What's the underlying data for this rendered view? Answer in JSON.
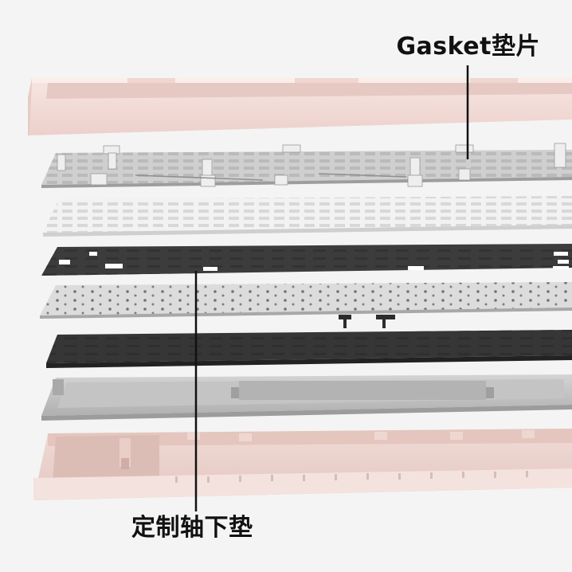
{
  "image": {
    "kind": "exploded view of keyboard layers",
    "background_color": "#f4f4f4"
  },
  "callouts": {
    "top": "Gasket垫片",
    "bottom": "定制轴下垫"
  },
  "layers": [
    {
      "id": "top-case",
      "color": "#f3dbd7"
    },
    {
      "id": "gasket-plate",
      "color": "#c9c9c9"
    },
    {
      "id": "pcb-white",
      "color": "#f1f1f1"
    },
    {
      "id": "switch-pad",
      "color": "#3a3a3a"
    },
    {
      "id": "pcb-board",
      "color": "#d9d9d9"
    },
    {
      "id": "foam-dark",
      "color": "#353535"
    },
    {
      "id": "grey-tray",
      "color": "#b9b9b9"
    },
    {
      "id": "bottom-case",
      "color": "#ecd3cd"
    }
  ],
  "leader_color": "#111111"
}
